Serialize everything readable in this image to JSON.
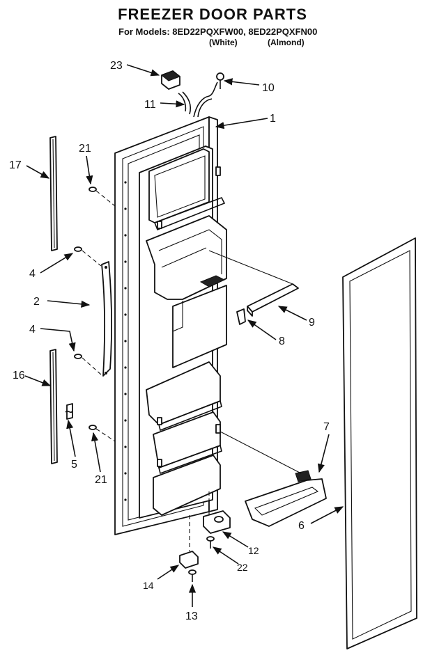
{
  "header": {
    "title": "FREEZER DOOR PARTS",
    "models_line": "For Models: 8ED22PQXFW00, 8ED22PQXFN00",
    "variant_white": "(White)",
    "variant_almond": "(Almond)"
  },
  "callouts": {
    "c1": "1",
    "c2": "2",
    "c4a": "4",
    "c4b": "4",
    "c5": "5",
    "c6": "6",
    "c7": "7",
    "c8": "8",
    "c9": "9",
    "c10": "10",
    "c11": "11",
    "c12": "12",
    "c13": "13",
    "c14": "14",
    "c16": "16",
    "c17": "17",
    "c21a": "21",
    "c21b": "21",
    "c22": "22",
    "c23": "23"
  }
}
